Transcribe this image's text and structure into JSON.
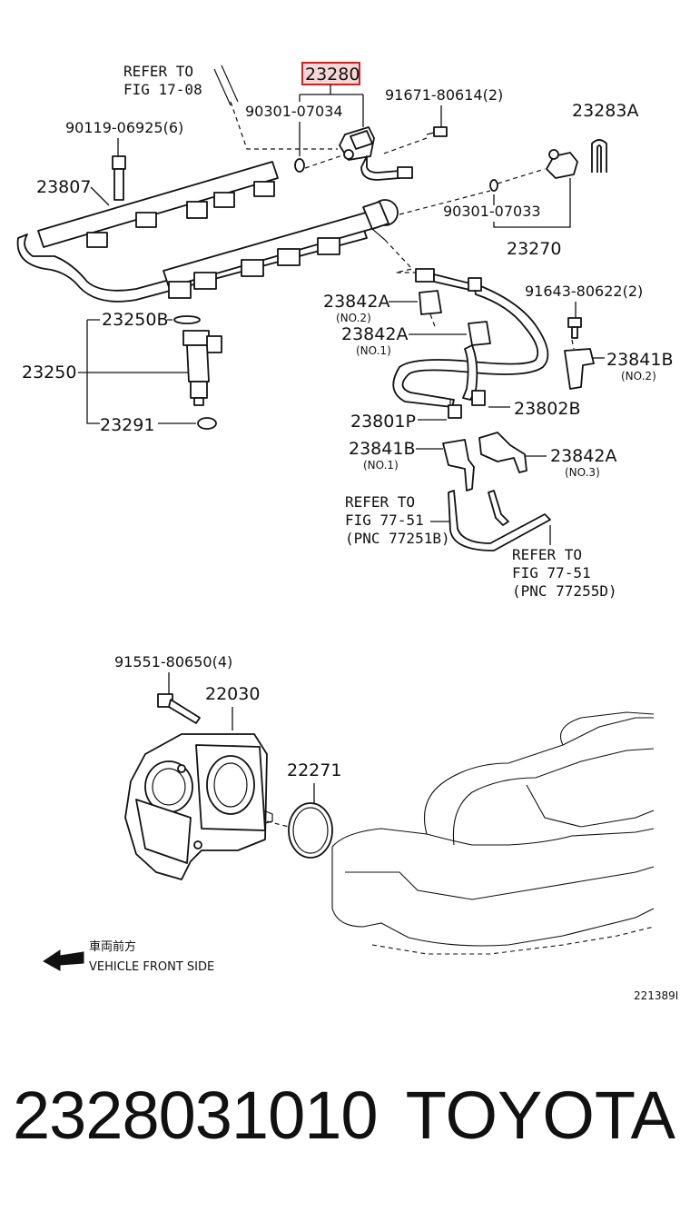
{
  "labels": {
    "refer_fig_1708_l1": "REFER TO",
    "refer_fig_1708_l2": "FIG 17-08",
    "p23280": "23280",
    "p90301_07034": "90301-07034",
    "p91671": "91671-80614(2)",
    "p23283A": "23283A",
    "p90119": "90119-06925(6)",
    "p23807": "23807",
    "p90301_07033": "90301-07033",
    "p23270": "23270",
    "p23842A_no2": "23842A",
    "no2_a": "(NO.2)",
    "p91643": "91643-80622(2)",
    "p23250B": "23250B",
    "p23842A_no1": "23842A",
    "no1_a": "(NO.1)",
    "p23841B_no2": "23841B",
    "no2_b": "(NO.2)",
    "p23250": "23250",
    "p23802B": "23802B",
    "p23291": "23291",
    "p23801P": "23801P",
    "p23841B_no1": "23841B",
    "no1_b": "(NO.1)",
    "p23842A_no3": "23842A",
    "no3": "(NO.3)",
    "refer_7751b_l1": "REFER TO",
    "refer_7751b_l2": "FIG 77-51",
    "refer_7751b_l3": "(PNC 77251B)",
    "refer_7751d_l1": "REFER TO",
    "refer_7751d_l2": "FIG 77-51",
    "refer_7751d_l3": "(PNC 77255D)",
    "p91551": "91551-80650(4)",
    "p22030": "22030",
    "p22271": "22271",
    "vehicle_front_jp": "車両前方",
    "vehicle_front_en": "VEHICLE FRONT SIDE",
    "diagram_code": "221389I"
  },
  "highlight_color": "#cc2222",
  "footer": {
    "part_number": "2328031010",
    "brand": "TOYOTA"
  }
}
